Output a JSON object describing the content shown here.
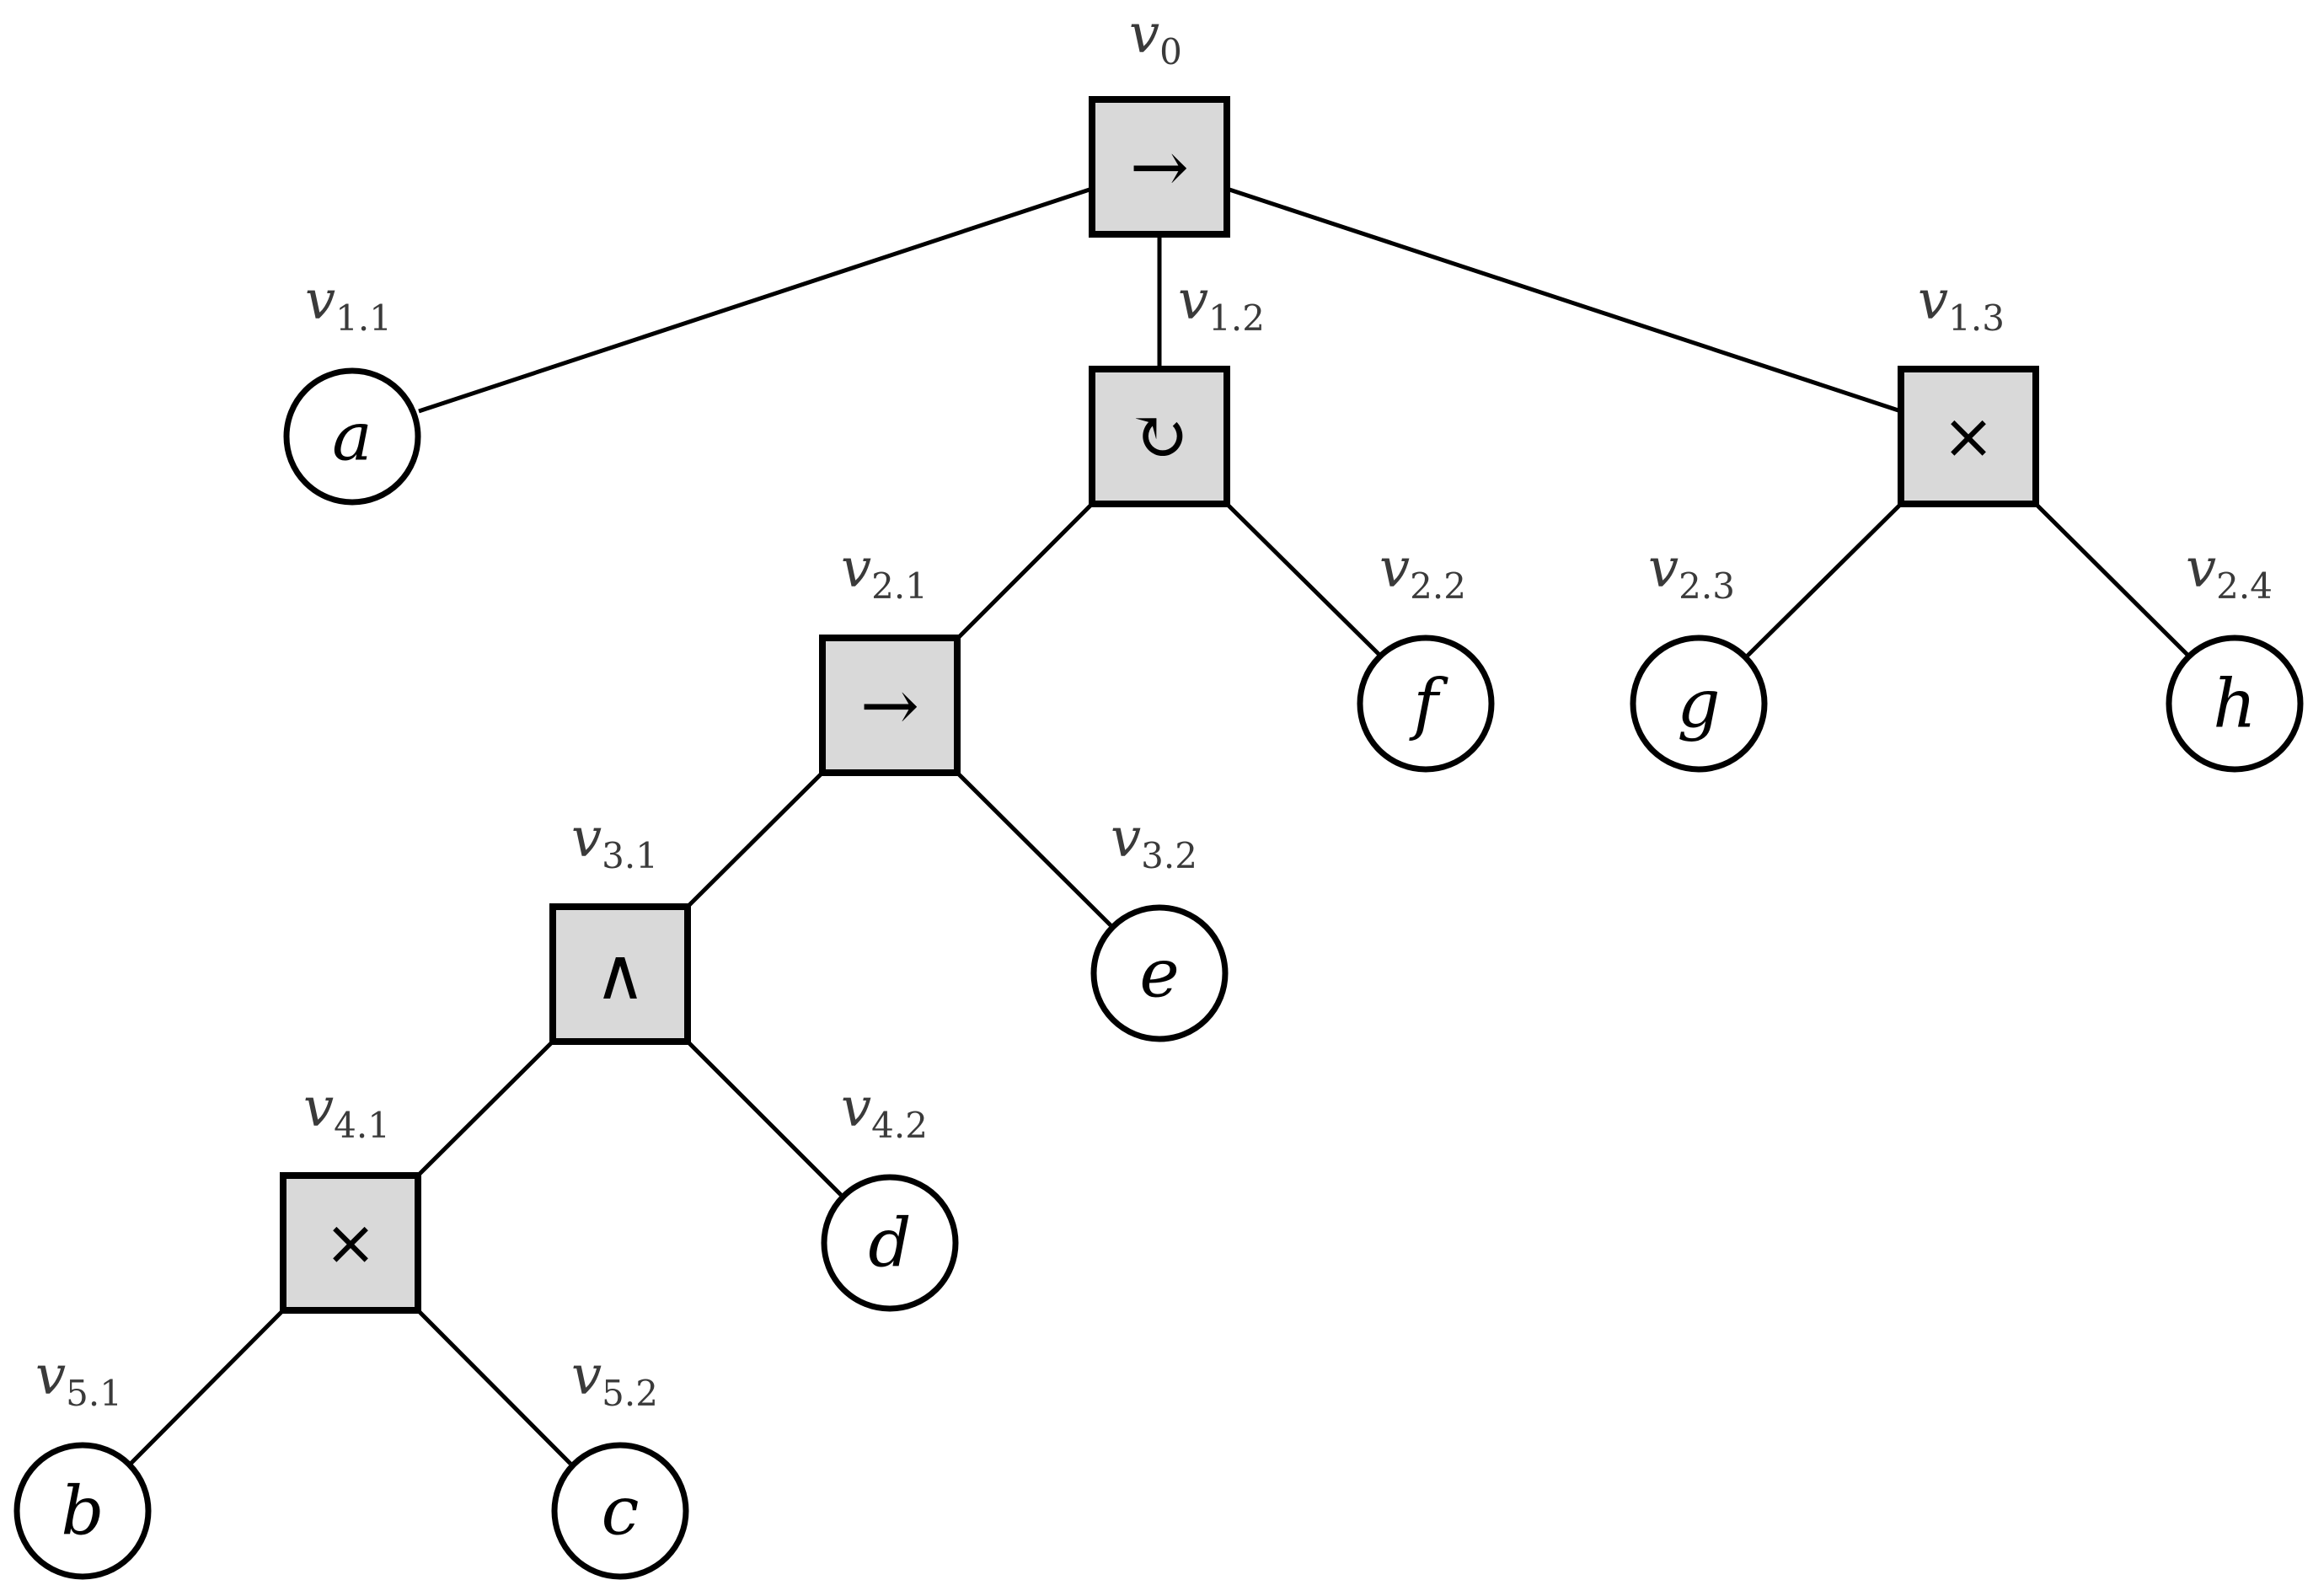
{
  "tree": {
    "root": {
      "label": "v",
      "sub": "0",
      "operator": "→",
      "children": [
        {
          "label": "v",
          "sub": "1.1",
          "leaf": "a"
        },
        {
          "label": "v",
          "sub": "1.2",
          "operator": "↻",
          "children": [
            {
              "label": "v",
              "sub": "2.1",
              "operator": "→",
              "children": [
                {
                  "label": "v",
                  "sub": "3.1",
                  "operator": "∧",
                  "children": [
                    {
                      "label": "v",
                      "sub": "4.1",
                      "operator": "×",
                      "children": [
                        {
                          "label": "v",
                          "sub": "5.1",
                          "leaf": "b"
                        },
                        {
                          "label": "v",
                          "sub": "5.2",
                          "leaf": "c"
                        }
                      ]
                    },
                    {
                      "label": "v",
                      "sub": "4.2",
                      "leaf": "d"
                    }
                  ]
                },
                {
                  "label": "v",
                  "sub": "3.2",
                  "leaf": "e"
                }
              ]
            },
            {
              "label": "v",
              "sub": "2.2",
              "leaf": "f"
            }
          ]
        },
        {
          "label": "v",
          "sub": "1.3",
          "operator": "×",
          "children": [
            {
              "label": "v",
              "sub": "2.3",
              "leaf": "g"
            },
            {
              "label": "v",
              "sub": "2.4",
              "leaf": "h"
            }
          ]
        }
      ]
    }
  }
}
